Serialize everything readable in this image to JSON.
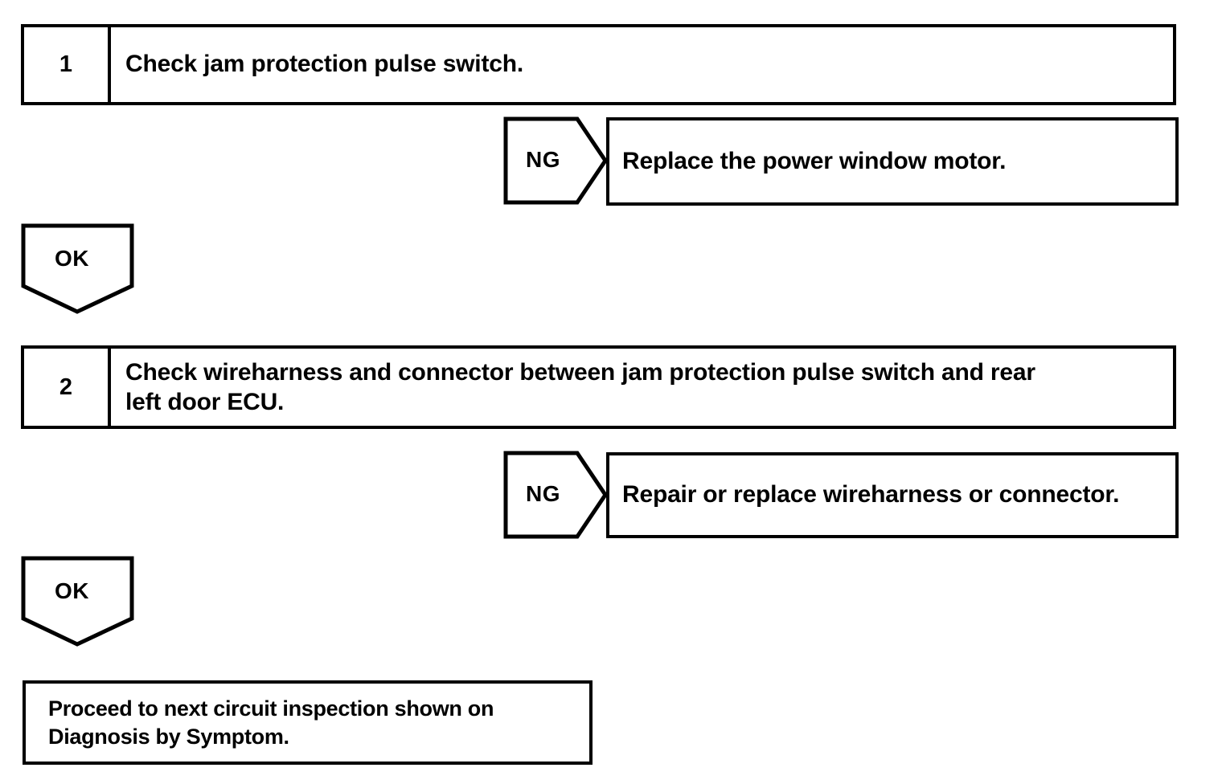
{
  "diagram": {
    "type": "diagnostic-flowchart",
    "steps": [
      {
        "number": "1",
        "text": "Check jam protection pulse switch.",
        "ng": {
          "label": "NG",
          "action": "Replace the power window motor."
        },
        "ok": {
          "label": "OK"
        }
      },
      {
        "number": "2",
        "line1": "Check wireharness and connector between jam protection pulse switch and rear",
        "line2": "left door ECU.",
        "ng": {
          "label": "NG",
          "action": "Repair or replace wireharness or connector."
        },
        "ok": {
          "label": "OK"
        }
      }
    ],
    "final": {
      "line1": "Proceed to next circuit inspection shown on",
      "line2": "Diagnosis by Symptom."
    },
    "colors": {
      "stroke": "#000000",
      "fill": "#ffffff",
      "text": "#000000"
    }
  }
}
